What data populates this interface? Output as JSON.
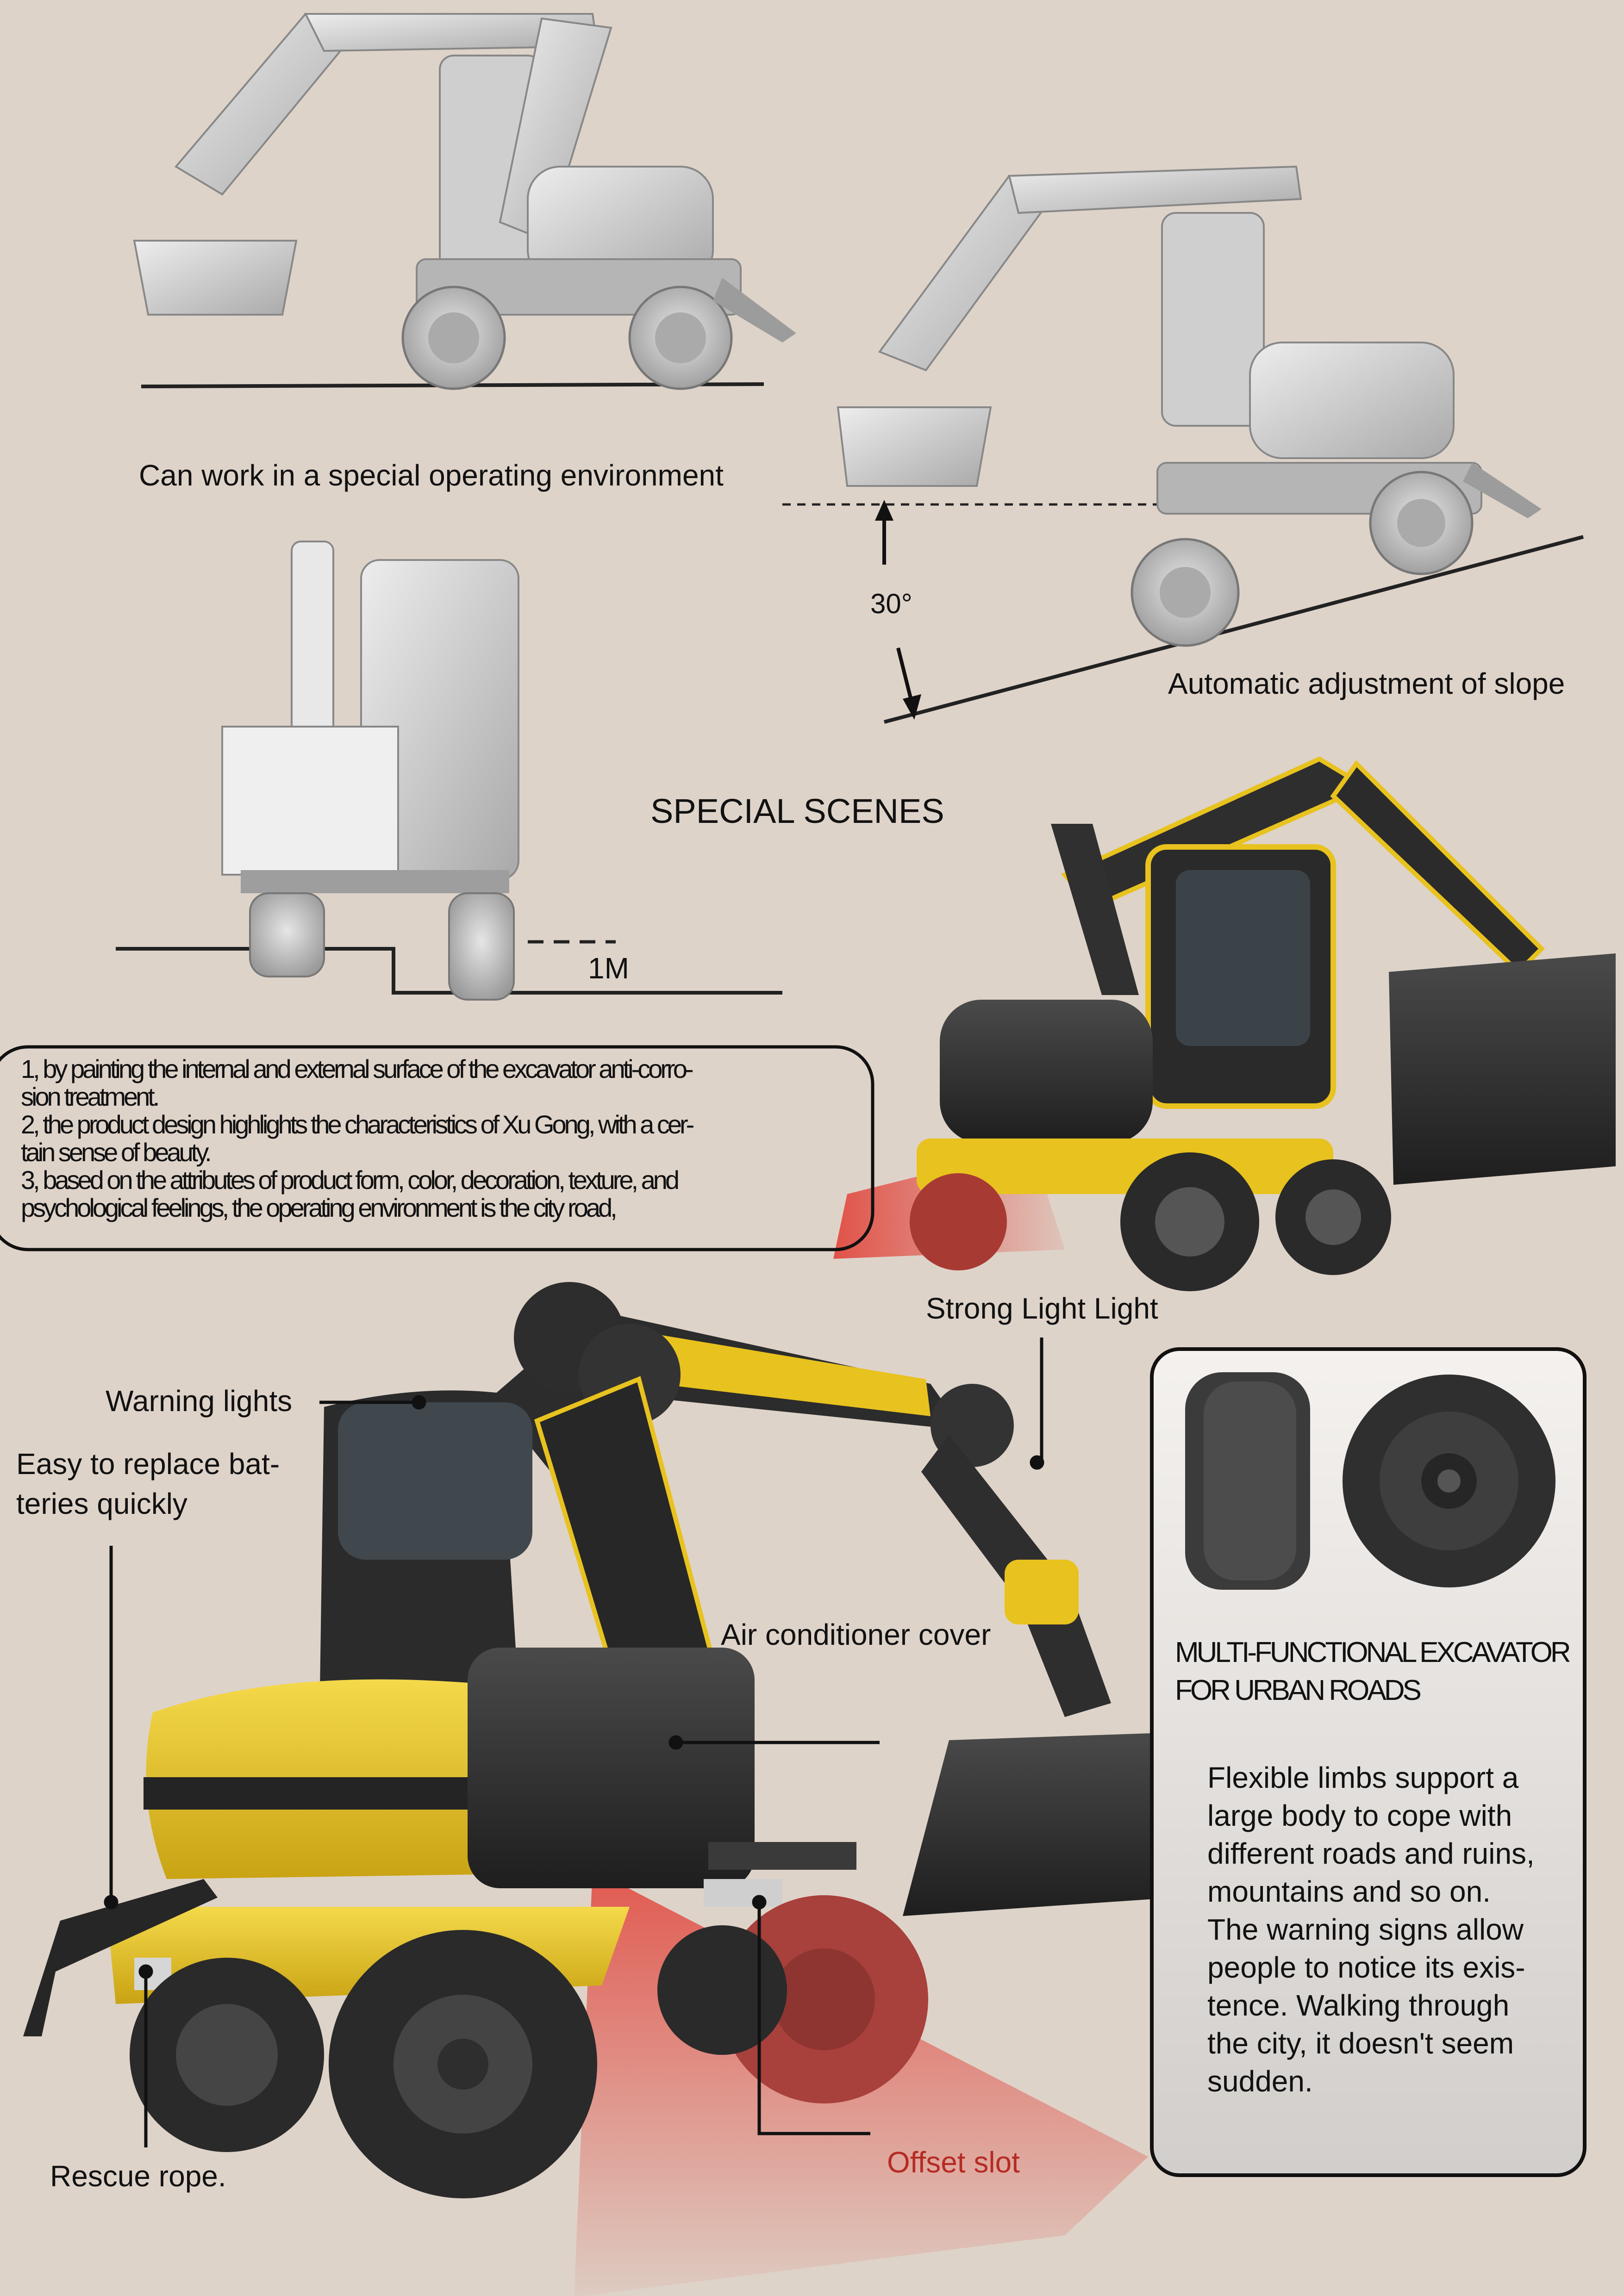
{
  "captions": {
    "special_env": "Can work in a special operating environment",
    "angle": "30°",
    "slope": "Automatic adjustment of slope",
    "special_scenes": "SPECIAL SCENES",
    "step_height": "1M"
  },
  "design_notes": {
    "line1": "1, by painting the internal and external surface of the excavator anti-corro-\nsion treatment.",
    "line2": "2, the product design highlights the characteristics of Xu Gong, with a cer-\ntain sense of beauty.",
    "line3": "3, based on the attributes of product form, color, decoration, texture, and\npsychological feelings, the operating environment is the city road,"
  },
  "callouts": {
    "strong_light": "Strong Light Light",
    "warning_lights": "Warning lights",
    "batteries": "Easy to replace bat-\nteries quickly",
    "air_conditioner": "Air conditioner cover",
    "rescue_rope": "Rescue rope.",
    "offset_slot": "Offset slot"
  },
  "info_panel": {
    "title": "MULTI-FUNCTIONAL EXCAVATOR\n FOR URBAN ROADS",
    "body": "Flexible limbs support a\nlarge body to cope with\ndifferent roads and ruins,\nmountains and so on.\nThe warning signs allow\npeople to notice its exis-\ntence. Walking through\nthe city, it doesn't seem\nsudden."
  },
  "colors": {
    "background": "#DED3C9",
    "accent_yellow": "#E8C21E",
    "body_dark": "#2B2B2B",
    "render_grey": "#BDBDBD",
    "light_beam": "#E23B32"
  }
}
